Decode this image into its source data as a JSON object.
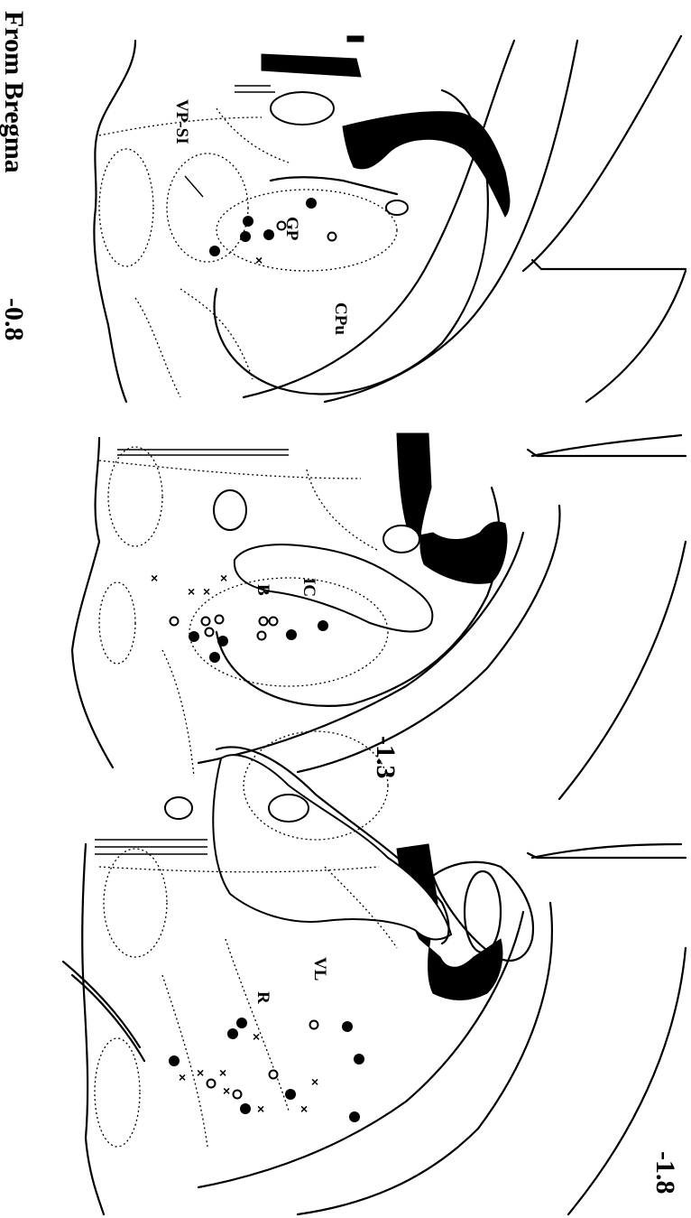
{
  "header": {
    "label": "From Bregma"
  },
  "sections": [
    {
      "level": "-0.8",
      "labels": {
        "vp_si": "VP-SI",
        "gp": "GP",
        "cpu": "CPu"
      }
    },
    {
      "level": "-1.3",
      "labels": {
        "ic": "IC",
        "b": "B"
      }
    },
    {
      "level": "-1.8",
      "labels": {
        "vl": "VL",
        "r": "R"
      }
    }
  ],
  "colors": {
    "ink": "#000000",
    "background": "#ffffff"
  }
}
